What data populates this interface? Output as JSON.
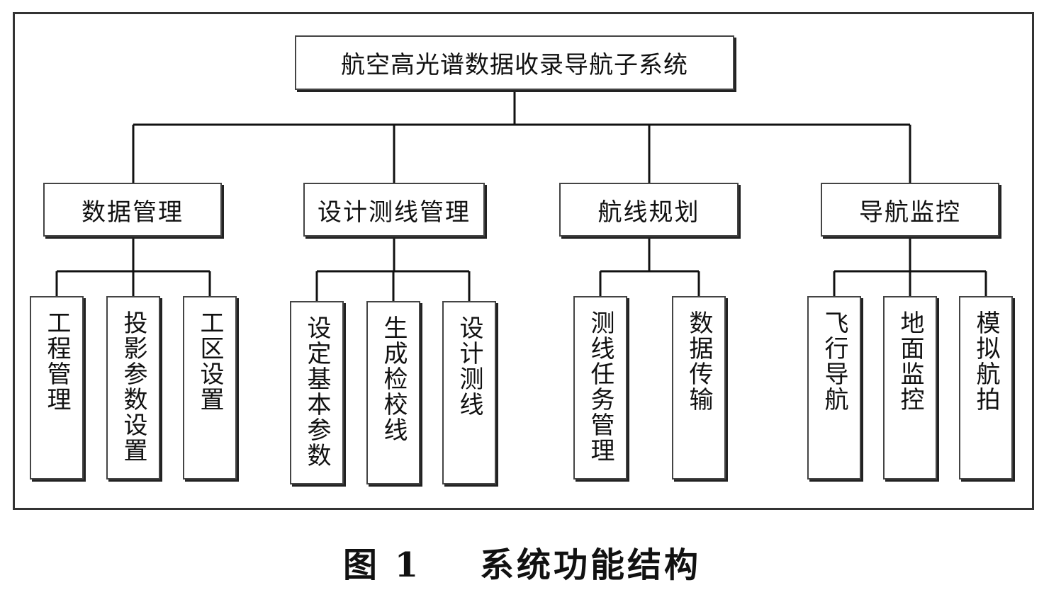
{
  "diagram": {
    "root": "航空高光谱数据收录导航子系统",
    "groups": [
      {
        "label": "数据管理",
        "children": [
          "工程管理",
          "投影参数设置",
          "工区设置"
        ]
      },
      {
        "label": "设计测线管理",
        "children": [
          "设定基本参数",
          "生成检校线",
          "设计测线"
        ]
      },
      {
        "label": "航线规划",
        "children": [
          "测线任务管理",
          "数据传输"
        ]
      },
      {
        "label": "导航监控",
        "children": [
          "飞行导航",
          "地面监控",
          "模拟航拍"
        ]
      }
    ]
  },
  "caption": "图 1    系统功能结构"
}
